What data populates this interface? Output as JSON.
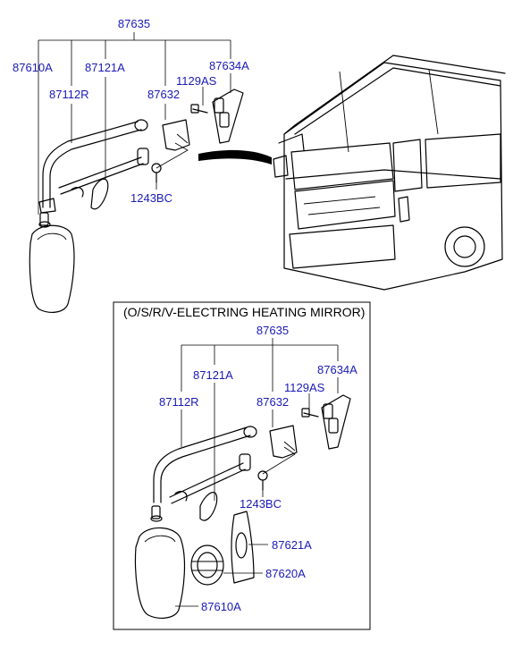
{
  "top_assembly": {
    "labels": {
      "assembly": "87635",
      "mirror_head": "87610A",
      "arm_upper": "87112R",
      "arm_lower": "87121A",
      "cover": "87632",
      "bracket": "87634A",
      "bolt": "1129AS",
      "screw": "1243BC"
    }
  },
  "inset": {
    "title": "(O/S/R/V-ELECTRING HEATING MIRROR)",
    "labels": {
      "assembly": "87635",
      "arm_lower": "87121A",
      "bracket": "87634A",
      "bolt": "1129AS",
      "arm_upper": "87112R",
      "cover": "87632",
      "screw": "1243BC",
      "glass": "87621A",
      "actuator": "87620A",
      "mirror_head": "87610A"
    }
  }
}
